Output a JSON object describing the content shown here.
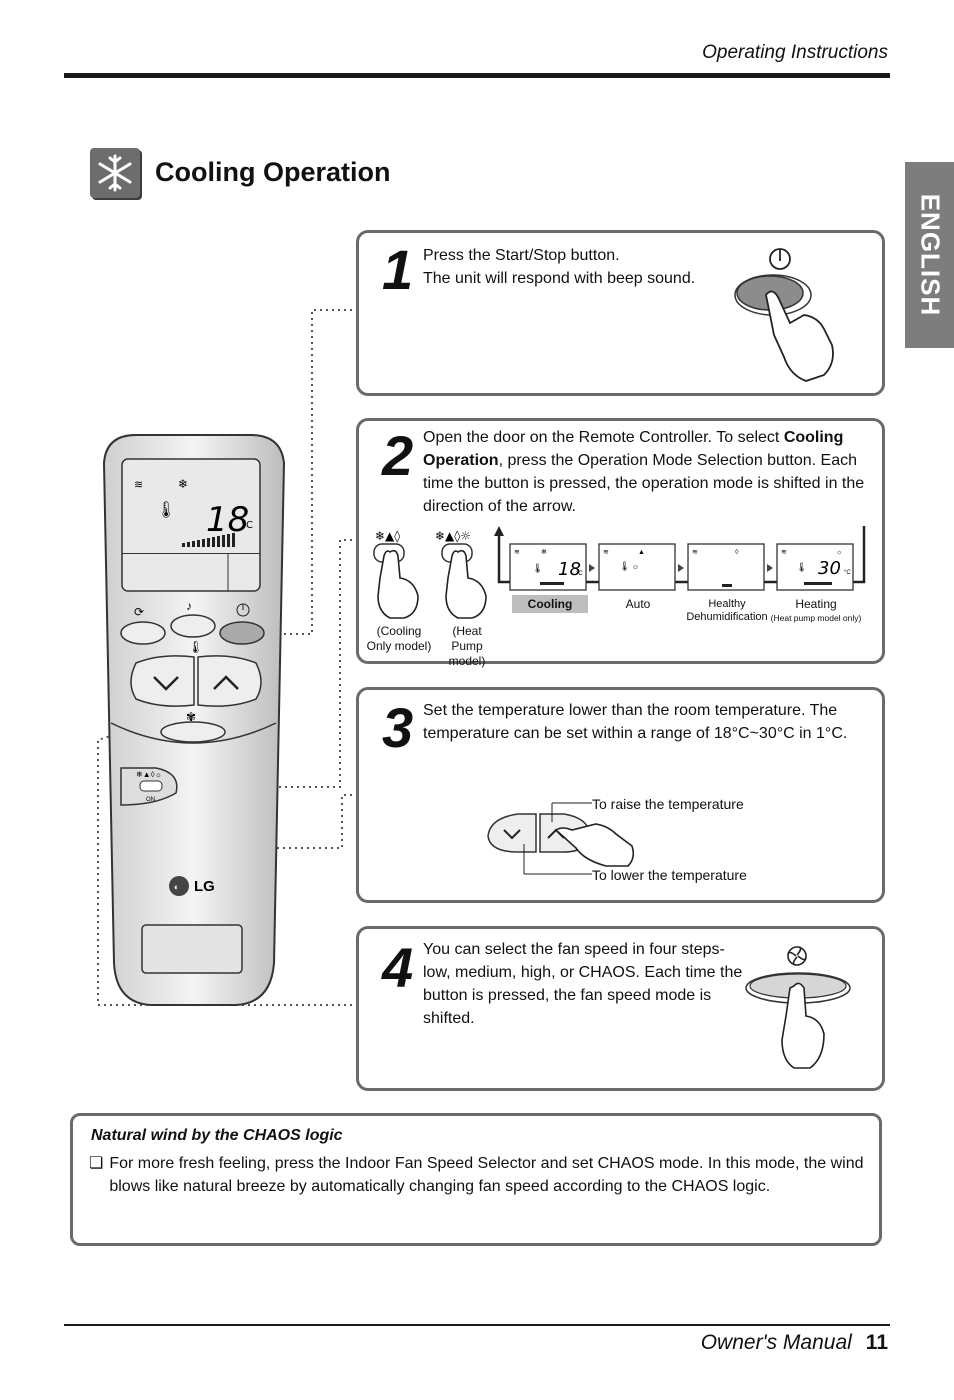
{
  "header": {
    "title": "Operating Instructions"
  },
  "language_tab": "ENGLISH",
  "section": {
    "title": "Cooling Operation",
    "icon": "snowflake-icon"
  },
  "remote": {
    "display_temp": "18",
    "display_unit": "°C",
    "brand": "LG",
    "switch_label": "ON"
  },
  "steps": [
    {
      "number": "1",
      "lines": [
        "Press the Start/Stop button.",
        "The unit will respond with beep sound."
      ]
    },
    {
      "number": "2",
      "text_before": "Open the door on the Remote Controller. To select ",
      "bold": "Cooling Operation",
      "text_after": ", press the Operation Mode Selection button. Each time the button is pressed, the operation mode is shifted in the direction of the arrow.",
      "button_labels": [
        "(Cooling Only model)",
        "(Heat Pump model)"
      ],
      "modes": [
        {
          "label": "Cooling",
          "display": "18",
          "unit": "°C",
          "selected": true
        },
        {
          "label": "Auto",
          "display": "",
          "unit": "",
          "selected": false
        },
        {
          "label": "Healthy Dehumidification",
          "display": "",
          "unit": "",
          "selected": false
        },
        {
          "label": "Heating",
          "sub": "(Heat pump model only)",
          "display": "30",
          "unit": "°C",
          "selected": false
        }
      ]
    },
    {
      "number": "3",
      "text": "Set the temperature lower than the room temperature. The temperature can be set within a range of 18°C~30°C in 1°C.",
      "raise_label": "To raise the temperature",
      "lower_label": "To lower the temperature"
    },
    {
      "number": "4",
      "text": "You can select the fan speed in four steps- low, medium, high, or CHAOS. Each time the button is pressed, the fan speed mode is shifted."
    }
  ],
  "note": {
    "title": "Natural wind by the CHAOS logic",
    "bullet": "❏",
    "text": "For more fresh feeling, press the Indoor Fan Speed Selector and set CHAOS mode. In this mode, the wind blows like natural breeze by automatically changing fan speed according to the CHAOS logic."
  },
  "footer": {
    "manual": "Owner's Manual",
    "page": "11"
  }
}
